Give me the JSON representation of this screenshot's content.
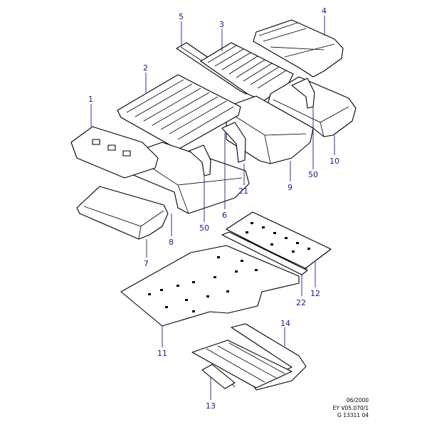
{
  "diagram": {
    "callouts": [
      "1",
      "2",
      "3",
      "4",
      "5",
      "6",
      "7",
      "8",
      "9",
      "10",
      "11",
      "12",
      "13",
      "14",
      "21",
      "22",
      "50",
      "50"
    ]
  },
  "stamp": {
    "date": "06/2000",
    "ref": "EY V05.070/1",
    "code": "G 13311 04"
  },
  "colors": {
    "callout": "#1a1a8c",
    "line": "#000000",
    "background": "#ffffff"
  }
}
